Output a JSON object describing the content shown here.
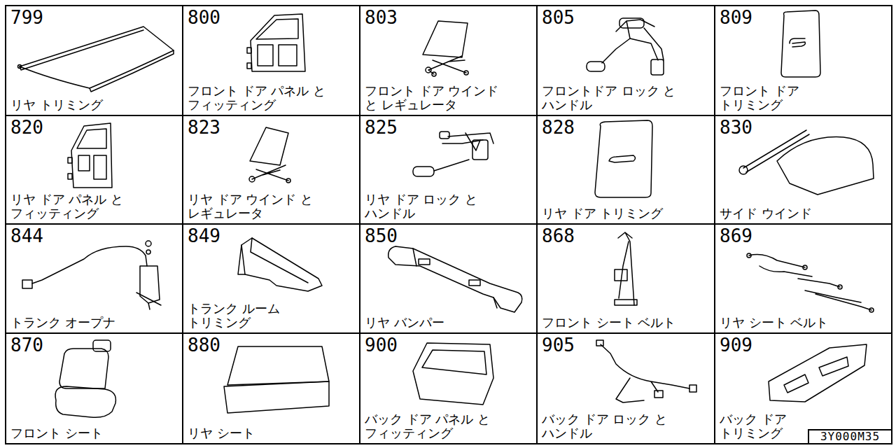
{
  "diagram": {
    "nodes": [
      {
        "text": [
          "799",
          "リヤ トリミング"
        ]
      },
      {
        "text": [
          "800",
          "フロント ドア パネル と フィッティング"
        ]
      },
      {
        "text": [
          "803",
          "フロント ドア ウインド と レギュレータ"
        ]
      },
      {
        "text": [
          "805",
          "フロントドア ロック と ハンドル"
        ]
      },
      {
        "text": [
          "809",
          "フロント ドア トリミング"
        ]
      },
      {
        "text": [
          "820",
          "リヤ ドア パネル と フィッティング"
        ]
      },
      {
        "text": [
          "823",
          "リヤ ドア ウインド と レギュレータ"
        ]
      },
      {
        "text": [
          "825",
          "リヤ ドア ロック と ハンドル"
        ]
      },
      {
        "text": [
          "828",
          "リヤ ドア トリミング"
        ]
      },
      {
        "text": [
          "830",
          "サイド ウインド"
        ]
      },
      {
        "text": [
          "844",
          "トランク オープナ"
        ]
      },
      {
        "text": [
          "849",
          "トランク ルーム トリミング"
        ]
      },
      {
        "text": [
          "850",
          "リヤ バンパー"
        ]
      },
      {
        "text": [
          "868",
          "フロント シート ベルト"
        ]
      },
      {
        "text": [
          "869",
          "リヤ シート ベルト"
        ]
      },
      {
        "text": [
          "870",
          "フロント シート"
        ]
      },
      {
        "text": [
          "880",
          "リヤ シート"
        ]
      },
      {
        "text": [
          "900",
          "バック ドア パネル と フィッティング"
        ]
      },
      {
        "text": [
          "905",
          "バック ドア ロック と ハンドル"
        ]
      },
      {
        "text": [
          "909",
          "バック ドア トリミング"
        ]
      },
      {
        "text": [
          "3Y000M35"
        ],
        "in": 19
      }
    ]
  }
}
